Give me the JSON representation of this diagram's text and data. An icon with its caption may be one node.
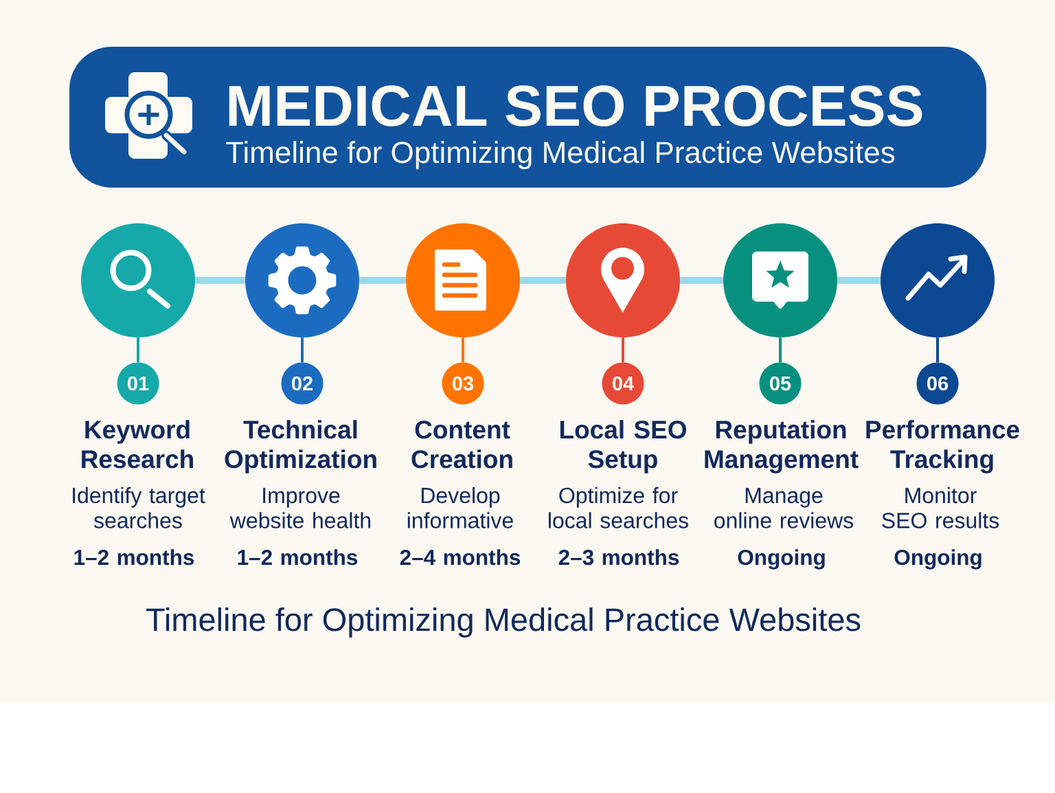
{
  "diagram": {
    "title": "MEDICAL SEO PROCESS",
    "caption": "Timeline for Optimizing Medical Practice Websites",
    "nodes": [
      {
        "text": [],
        "shape": "circle"
      },
      {
        "text": [],
        "shape": "circle"
      },
      {
        "text": [],
        "shape": "circle"
      },
      {
        "text": [],
        "shape": "circle"
      },
      {
        "text": [],
        "shape": "circle"
      },
      {
        "text": [],
        "shape": "circle"
      },
      {
        "text": [
          "01"
        ],
        "beside": [
          "Keyword Research",
          "Identify target searches",
          "1–2 months"
        ]
      },
      {
        "text": [
          "02"
        ],
        "beside": [
          "Technical Optimization",
          "Improve website health",
          "1–2 months"
        ]
      },
      {
        "text": [
          "03"
        ],
        "beside": [
          "Content Creation",
          "Develop informative",
          "2–4 months"
        ]
      },
      {
        "text": [
          "04"
        ],
        "beside": [
          "Local SEO Setup",
          "Optimize for local searches",
          "2–3 months"
        ]
      },
      {
        "text": [
          "05"
        ],
        "beside": [
          "Reputation Management",
          "Manage online reviews",
          "Ongoing"
        ]
      },
      {
        "text": [
          "06"
        ],
        "beside": [
          "Performance Tracking",
          "Monitor SEO results",
          "Ongoing"
        ]
      }
    ],
    "edges": [
      {
        "from": 0,
        "to": 1,
        "arrow": "none",
        "style": "thick"
      },
      {
        "from": 1,
        "to": 2,
        "arrow": "none",
        "style": "thick"
      },
      {
        "from": 2,
        "to": 3,
        "arrow": "none",
        "style": "thick"
      },
      {
        "from": 3,
        "to": 4,
        "arrow": "none",
        "style": "thick"
      },
      {
        "from": 4,
        "to": 5,
        "arrow": "none",
        "style": "thick"
      },
      {
        "from": 0,
        "to": 6,
        "arrow": "none",
        "color": "#16a9a9"
      },
      {
        "from": 1,
        "to": 7,
        "arrow": "none",
        "color": "#1b6cc1"
      },
      {
        "from": 2,
        "to": 8,
        "arrow": "none",
        "color": "#ff7400"
      },
      {
        "from": 3,
        "to": 9,
        "arrow": "none",
        "color": "#e64a36"
      },
      {
        "from": 4,
        "to": 10,
        "arrow": "none",
        "color": "#08907f"
      },
      {
        "from": 5,
        "to": 11,
        "arrow": "none",
        "color": "#0d4892"
      }
    ],
    "labels": [
      "Timeline for Optimizing Medical Practice Websites"
    ]
  }
}
